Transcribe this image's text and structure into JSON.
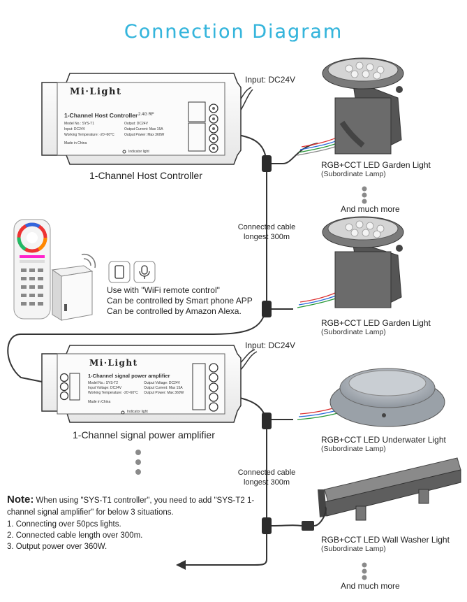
{
  "title": "Connection Diagram",
  "controller": {
    "brand": "Mi·Light",
    "name": "1-Channel Host Controller",
    "model_line": "Model No.: SYS-T1",
    "input_line": "Input: DC24V",
    "temp_line": "Working Temperature: -20~60°C",
    "output_voltage": "Output: DC24V",
    "output_current": "Output Current: Max 15A",
    "output_power": "Output Power: Max 360W",
    "freq": "2.4G RF",
    "made_in": "Made in China",
    "indicator": "Indicator light",
    "caption": "1-Channel Host Controller"
  },
  "amplifier": {
    "brand": "Mi·Light",
    "name": "1-Channel signal power amplifier",
    "model_line": "Model No.: SYS-T2",
    "input_line": "Input Voltage: DC24V",
    "temp_line": "Working Temperature: -20~60°C",
    "output_voltage": "Output Voltage: DC24V",
    "output_current": "Output Current: Max 15A",
    "output_power": "Output Power: Max 360W",
    "made_in": "Made in China",
    "indicator": "Indicator light",
    "caption": "1-Channel signal power amplifier"
  },
  "input_top": "Input: DC24V",
  "input_mid": "Input: DC24V",
  "cable_top": [
    "Connected cable",
    "longest 300m"
  ],
  "cable_bottom": [
    "Connected cable",
    "longest 300m"
  ],
  "lamps": [
    {
      "name": "RGB+CCT LED Garden Light",
      "sub": "(Subordinate Lamp)"
    },
    {
      "name": "RGB+CCT LED Garden Light",
      "sub": "(Subordinate Lamp)"
    },
    {
      "name": "RGB+CCT LED Underwater Light",
      "sub": "(Subordinate Lamp)"
    },
    {
      "name": "RGB+CCT LED Wall Washer Light",
      "sub": "(Subordinate Lamp)"
    }
  ],
  "more_top": "And much more",
  "more_bottom": "And much more",
  "wifi": {
    "line1": "Use with \"WiFi remote control\"",
    "line2": "Can be controlled by Smart phone APP",
    "line3": "Can be controlled by Amazon Alexa."
  },
  "note": {
    "label": "Note:",
    "text": "When using \"SYS-T1 controller\", you need to add \"SYS-T2 1-channel signal amplifier\" for below 3 situations.",
    "items": [
      "1. Connecting over 50pcs lights.",
      "2. Connected cable length over 300m.",
      "3. Output power over 360W."
    ]
  },
  "colors": {
    "title": "#35b5dc",
    "wire": "#333333"
  },
  "icons": [
    "phone-icon",
    "microphone-icon",
    "remote-control-icon",
    "wifi-box-icon",
    "garden-light-icon",
    "underwater-light-icon",
    "wall-washer-icon"
  ]
}
